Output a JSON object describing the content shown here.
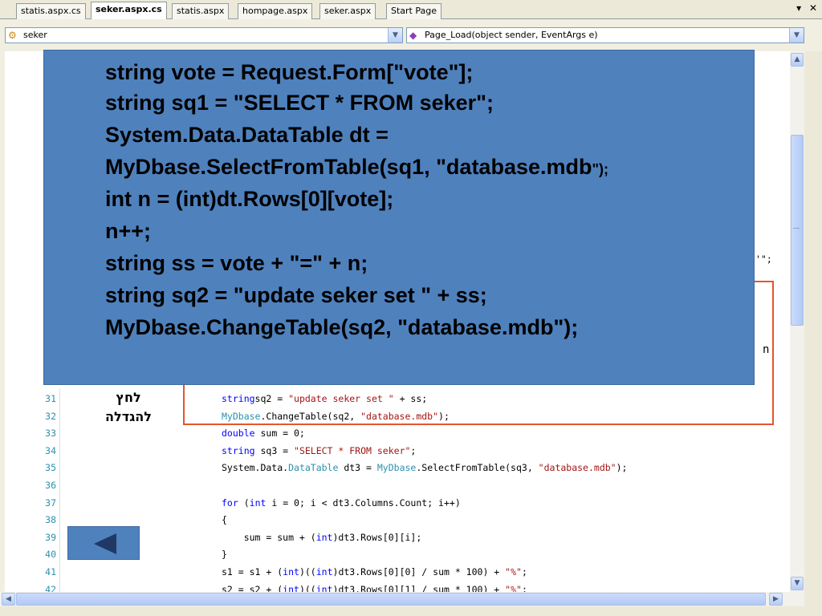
{
  "tabs": [
    {
      "label": "statis.aspx.cs",
      "active": false
    },
    {
      "label": "seker.aspx.cs",
      "active": true
    },
    {
      "label": "statis.aspx",
      "active": false
    },
    {
      "label": "hompage.aspx",
      "active": false
    },
    {
      "label": "seker.aspx",
      "active": false
    },
    {
      "label": "Start Page",
      "active": false
    }
  ],
  "tab_controls": {
    "dropdown": "▾",
    "close": "✕"
  },
  "navbar": {
    "class_combo": "seker",
    "member_combo": "Page_Load(object sender, EventArgs e)"
  },
  "overlay": {
    "lines": [
      "string vote = Request.Form[\"vote\"];",
      "string sq1 = \"SELECT * FROM seker\";",
      "System.Data.DataTable dt =",
      "MyDbase.SelectFromTable(sq1, \"database.mdb",
      "int n = (int)dt.Rows[0][vote];",
      "n++;",
      "string ss = vote + \"=\" + n;",
      "string sq2 = \"update seker set \" + ss;",
      "MyDbase.ChangeTable(sq2, \"database.mdb\");"
    ],
    "line3_tail": "\");"
  },
  "hint": {
    "line1": "לחץ",
    "line2": "להגדלה"
  },
  "clip_text": {
    "right_quote": "'\";",
    "right_n": "n"
  },
  "code": {
    "lines": [
      {
        "n": "31",
        "parts": [
          [
            "kw",
            "string"
          ],
          [
            "",
            "sq2 = "
          ],
          [
            "str",
            "\"update seker set \""
          ],
          [
            "",
            " + ss;"
          ]
        ]
      },
      {
        "n": "32",
        "parts": [
          [
            "typ",
            "MyDbase"
          ],
          [
            "",
            ".ChangeTable(sq2, "
          ],
          [
            "str",
            "\"database.mdb\""
          ],
          [
            "",
            ");"
          ]
        ]
      },
      {
        "n": "33",
        "parts": [
          [
            "kw",
            "double"
          ],
          [
            "",
            " sum = 0;"
          ]
        ]
      },
      {
        "n": "34",
        "parts": [
          [
            "kw",
            "string"
          ],
          [
            "",
            " sq3 = "
          ],
          [
            "str",
            "\"SELECT * FROM seker\""
          ],
          [
            "",
            ";"
          ]
        ]
      },
      {
        "n": "35",
        "parts": [
          [
            "",
            "System.Data."
          ],
          [
            "typ",
            "DataTable"
          ],
          [
            "",
            " dt3 = "
          ],
          [
            "typ",
            "MyDbase"
          ],
          [
            "",
            ".SelectFromTable(sq3, "
          ],
          [
            "str",
            "\"database.mdb\""
          ],
          [
            "",
            ");"
          ]
        ]
      },
      {
        "n": "36",
        "parts": []
      },
      {
        "n": "37",
        "parts": [
          [
            "kw",
            "for"
          ],
          [
            "",
            " ("
          ],
          [
            "kw",
            "int"
          ],
          [
            "",
            " i = 0; i < dt3.Columns.Count; i++)"
          ]
        ]
      },
      {
        "n": "38",
        "parts": [
          [
            "",
            "{"
          ]
        ]
      },
      {
        "n": "39",
        "parts": [
          [
            "",
            "    sum = sum + ("
          ],
          [
            "kw",
            "int"
          ],
          [
            "",
            ")dt3.Rows[0][i];"
          ]
        ]
      },
      {
        "n": "40",
        "parts": [
          [
            "",
            "}"
          ]
        ]
      },
      {
        "n": "41",
        "parts": [
          [
            "",
            "s1 = s1 + ("
          ],
          [
            "kw",
            "int"
          ],
          [
            "",
            ")(("
          ],
          [
            "kw",
            "int"
          ],
          [
            "",
            ")dt3.Rows[0][0] / sum * 100) + "
          ],
          [
            "str",
            "\"%\""
          ],
          [
            "",
            ";"
          ]
        ]
      },
      {
        "n": "42",
        "parts": [
          [
            "",
            "s2 = s2 + ("
          ],
          [
            "kw",
            "int"
          ],
          [
            "",
            ")(("
          ],
          [
            "kw",
            "int"
          ],
          [
            "",
            ")dt3.Rows[0][1] / sum * 100) + "
          ],
          [
            "str",
            "\"%\""
          ],
          [
            "",
            ";"
          ]
        ]
      }
    ]
  },
  "colors": {
    "accent": "#4f81bd",
    "highlight": "#e2562d",
    "keyword": "#0000ff",
    "string": "#a31515",
    "type": "#2b91af"
  },
  "icons": {
    "class_icon": "class-icon",
    "method_icon": "method-icon",
    "back": "left-triangle-icon"
  }
}
